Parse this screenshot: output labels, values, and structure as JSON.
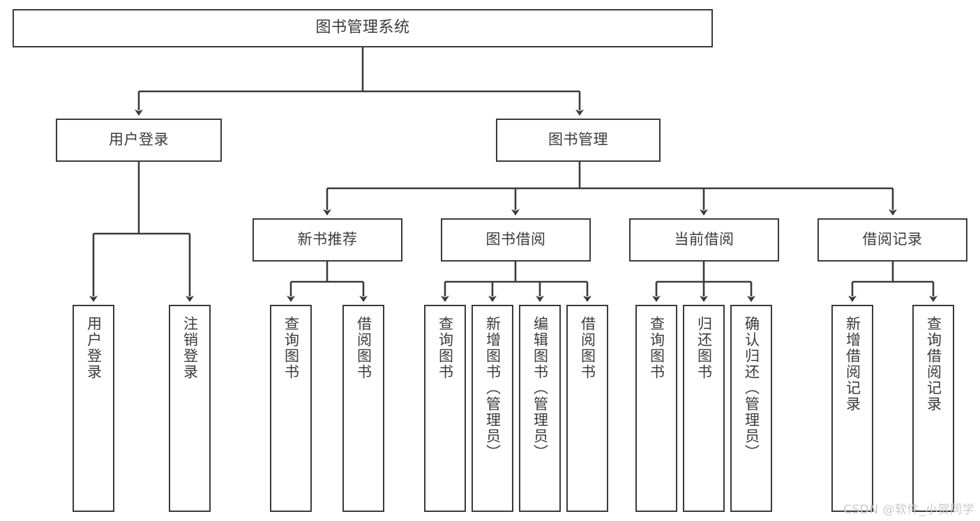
{
  "diagram": {
    "title": "图书管理系统",
    "type": "hierarchy-tree",
    "watermark": "CSDN @软件_小贺同学",
    "colors": {
      "stroke": "#3a3a3a",
      "background": "#ffffff",
      "text": "#3b3b3b",
      "watermark": "#c9c9c9"
    }
  },
  "nodes": {
    "root": {
      "label": "图书管理系统"
    },
    "level2": [
      {
        "label": "用户登录"
      },
      {
        "label": "图书管理"
      }
    ],
    "level3": [
      {
        "label": "新书推荐"
      },
      {
        "label": "图书借阅"
      },
      {
        "label": "当前借阅"
      },
      {
        "label": "借阅记录"
      }
    ],
    "leaves": {
      "user_login": [
        {
          "label": "用户登录"
        },
        {
          "label": "注销登录"
        }
      ],
      "new_book_recommend": [
        {
          "label": "查询图书"
        },
        {
          "label": "借阅图书"
        }
      ],
      "book_borrow": [
        {
          "label": "查询图书"
        },
        {
          "label": "新增图书（管理员）"
        },
        {
          "label": "编辑图书（管理员）"
        },
        {
          "label": "借阅图书"
        }
      ],
      "current_borrow": [
        {
          "label": "查询图书"
        },
        {
          "label": "归还图书"
        },
        {
          "label": "确认归还（管理员）"
        }
      ],
      "borrow_record": [
        {
          "label": "新增借阅记录"
        },
        {
          "label": "查询借阅记录"
        }
      ]
    }
  }
}
